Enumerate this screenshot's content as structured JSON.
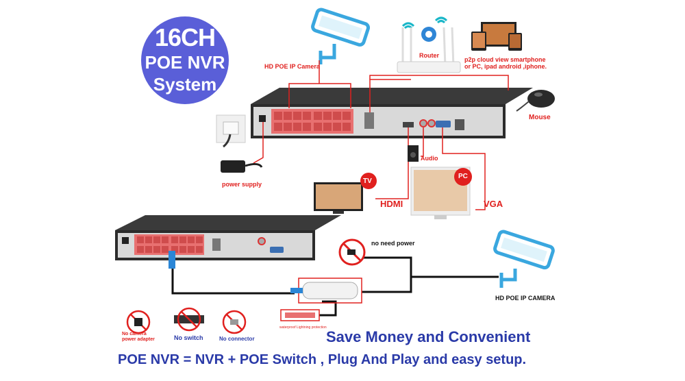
{
  "badge": {
    "line1": "16CH",
    "line2": "POE NVR",
    "line3": "System"
  },
  "labels": {
    "camera_top": "HD POE IP Camera",
    "router": "Router",
    "p2p": "p2p cloud  view smartphone",
    "p2p2": "or PC, ipad android ,iphone.",
    "mouse": "Mouse",
    "power_supply": "power supply",
    "audio": "Audio",
    "tv": "TV",
    "pc": "PC",
    "hdmi": "HDMI",
    "vga": "VGA",
    "no_need_power": "no need power",
    "camera_bottom": "HD POE IP CAMERA",
    "no_camera_adapter_1": "No camera",
    "no_camera_adapter_2": "power adapter",
    "no_switch": "No switch",
    "no_connector": "No connector",
    "waterproof": "waterproof Lightning protection"
  },
  "headline": "Save Money and Convenient",
  "tagline": "POE NVR = NVR + POE Switch , Plug And Play and easy setup.",
  "colors": {
    "badge": "#5a5fd8",
    "accent_red": "#e0201e",
    "headline_blue": "#2a3aa8",
    "camera_blue": "#3aa7df",
    "port_red": "#e87070"
  },
  "icons": [
    "camera-icon",
    "router-icon",
    "devices-icon",
    "mouse-icon",
    "power-socket-icon",
    "power-adapter-icon",
    "tv-icon",
    "pc-monitor-icon",
    "speaker-icon",
    "no-power-icon",
    "no-switch-icon",
    "no-connector-icon"
  ]
}
